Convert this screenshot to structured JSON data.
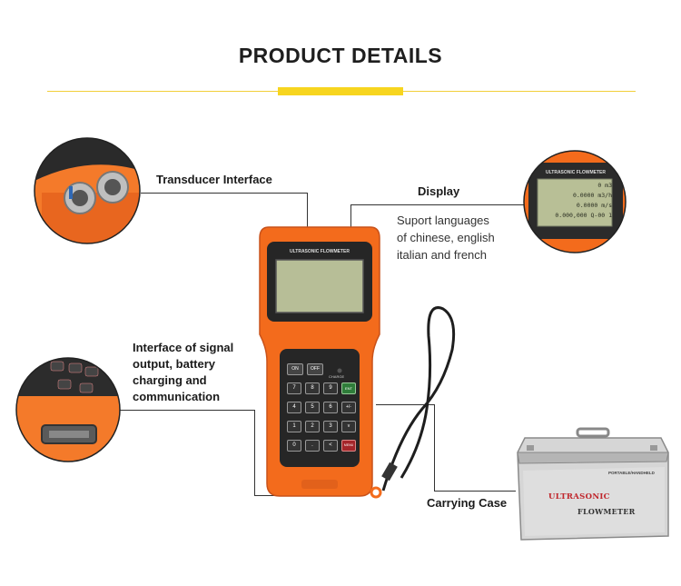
{
  "header": {
    "title": "PRODUCT DETAILS"
  },
  "callouts": {
    "transducer": "Transducer Interface",
    "display": "Display",
    "display_desc": [
      "Suport languages",
      "of chinese, english",
      "italian and french"
    ],
    "interface": [
      "Interface of signal",
      "output, battery",
      "charging and",
      "communication"
    ],
    "case": "Carrying Case"
  },
  "device": {
    "brand_label": "ULTRASONIC FLOWMETER",
    "charge_label": "CHARGE",
    "keys": [
      [
        "ON",
        "OFF",
        "",
        ""
      ],
      [
        "7",
        "8",
        "9",
        "ENT"
      ],
      [
        "4",
        "5",
        "6",
        "+/-"
      ],
      [
        "1",
        "2",
        "3",
        "v"
      ],
      [
        "0",
        ".",
        "<",
        "MENU"
      ]
    ]
  },
  "zoom_display": {
    "brand_label": "ULTRASONIC FLOWMETER",
    "lines": [
      "0 m3",
      "0.0000 m3/h",
      "0.0000 m/s",
      "0.000,000 Q-00 1"
    ]
  },
  "case": {
    "small_label": "PORTABLE/HANDHELD",
    "word1": "ULTRASONIC",
    "word2": "FLOWMETER"
  },
  "colors": {
    "accent_yellow": "#f7d51f",
    "device_orange": "#f36b1c",
    "case_red": "#c0262c"
  }
}
